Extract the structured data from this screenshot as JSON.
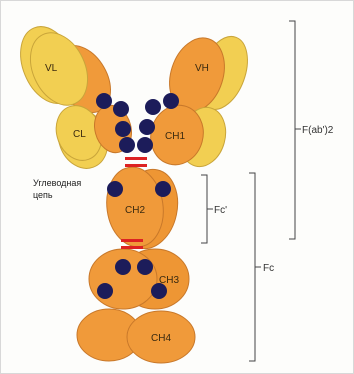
{
  "colors": {
    "light_chain": "#f2cf52",
    "light_chain_edge": "#c9a53a",
    "heavy_chain": "#f09a3a",
    "heavy_chain_edge": "#c8782a",
    "disulfide": "#dd2222",
    "carbohydrate": "#1c1c5a",
    "bracket": "#444444"
  },
  "domains": {
    "vl": "VL",
    "vh": "VH",
    "cl": "CL",
    "ch1": "CH1",
    "ch2": "CH2",
    "ch3": "CH3",
    "ch4": "CH4"
  },
  "annotations": {
    "carbohydrate_line1": "Углеводная",
    "carbohydrate_line2": "цепь"
  },
  "brackets": {
    "fab2": "F(ab')2",
    "fc_prime": "Fc'",
    "fc": "Fc"
  }
}
